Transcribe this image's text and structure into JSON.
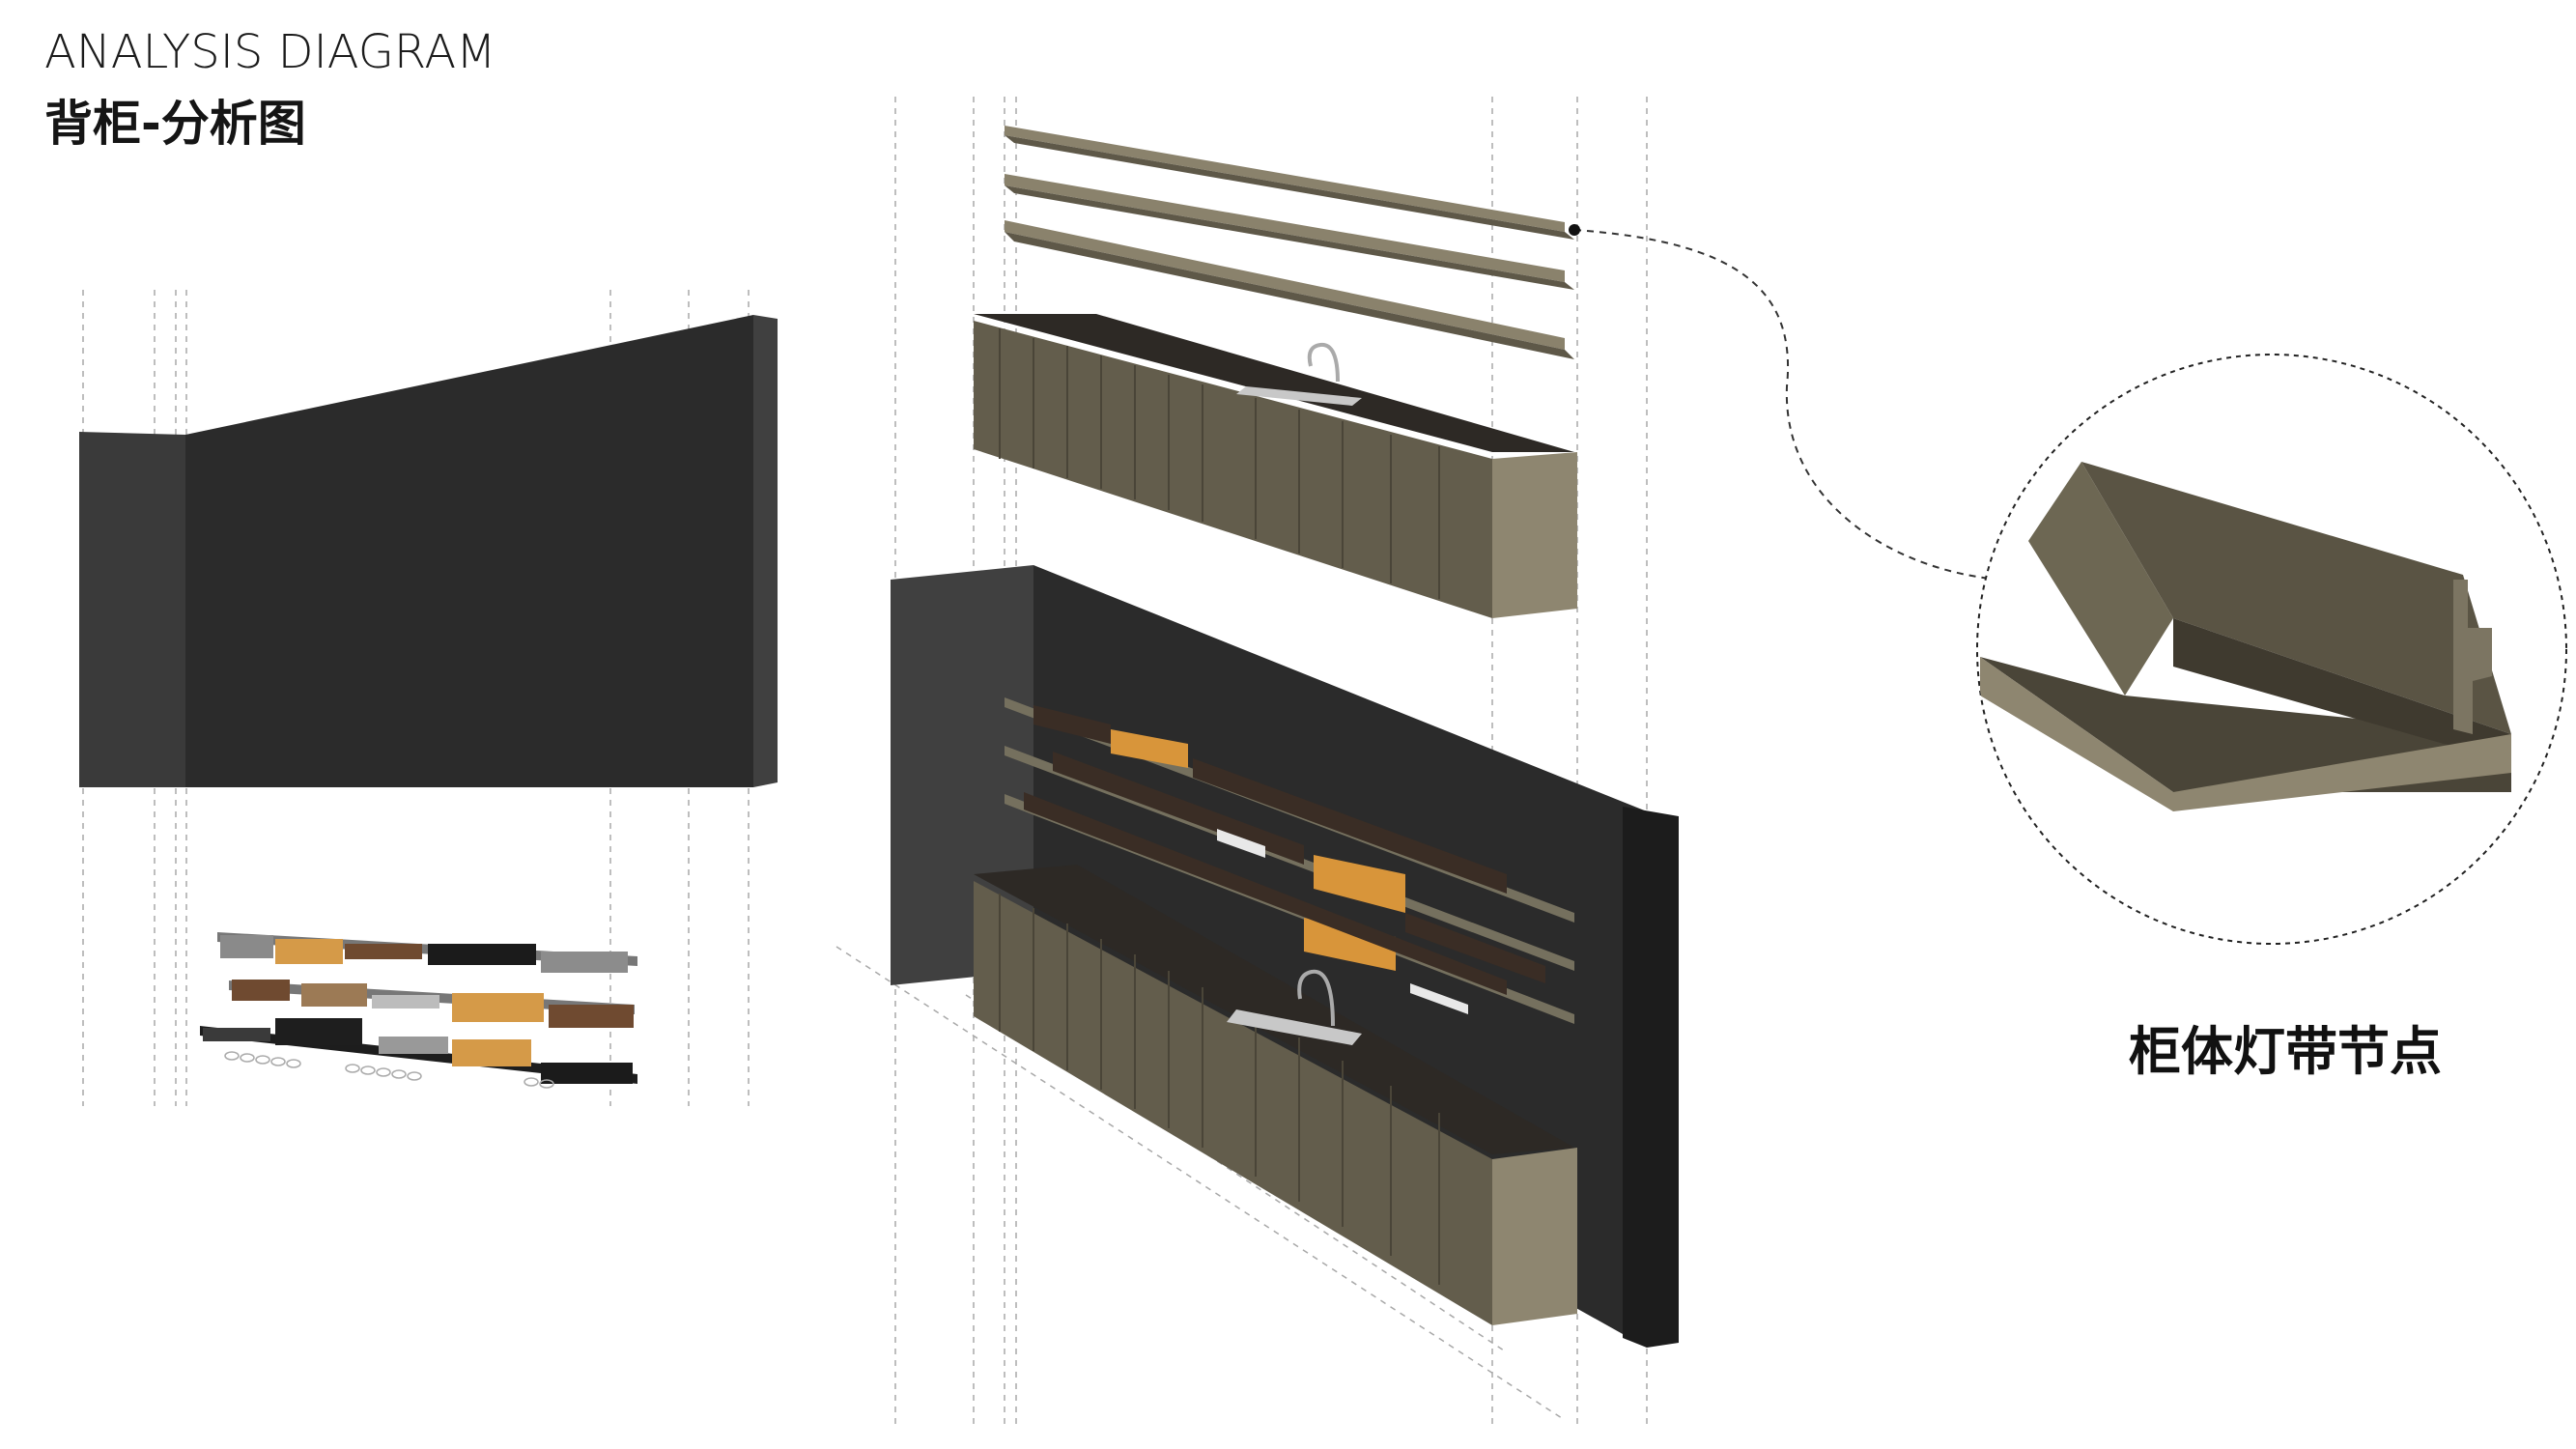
{
  "header": {
    "title_en": "ANALYSIS DIAGRAM",
    "title_cn": "背柜-分析图"
  },
  "detail": {
    "caption": "柜体灯带节点"
  },
  "colors": {
    "wall_dark": "#2d2d2d",
    "wall_side": "#3c3c3c",
    "cabinet": "#6f6855",
    "cabinet_light": "#8e8670",
    "cabinet_top": "#2a2622",
    "shelf": "#6b6553",
    "guide_line": "#9a9a9a",
    "bottle_amber": "#d8953a"
  }
}
